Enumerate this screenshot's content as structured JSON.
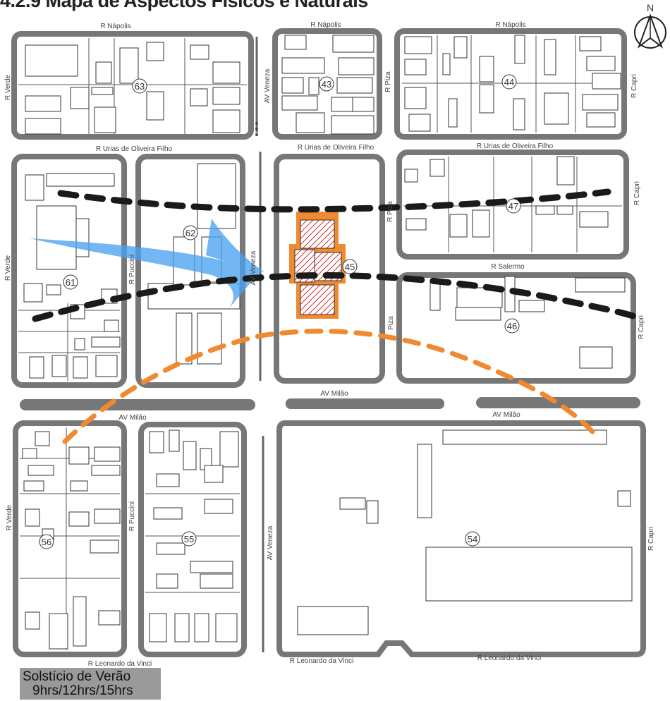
{
  "title": "4.2.9 Mapa de Aspectos Físicos e Naturais",
  "compass": {
    "label": "N",
    "icon": "north-arrow-icon"
  },
  "legend": {
    "line1": "Solstício de Verão",
    "line2": "9hrs/12hrs/15hrs"
  },
  "streets": {
    "napolis": "R Nápolis",
    "urias": "R Urias de Oliveira Filho",
    "verde": "R Verde",
    "veneza": "AV Veneza",
    "piza": "R Piza",
    "piza_short": "Piza",
    "capri": "R Capri",
    "puccini": "R Puccini",
    "salermo": "R Salermo",
    "milao": "AV Milão",
    "leonardo": "R Leonardo da Vinci"
  },
  "blocks": [
    "63",
    "43",
    "44",
    "47",
    "62",
    "61",
    "45",
    "46",
    "56",
    "55",
    "54"
  ],
  "colors": {
    "block_outline": "#777777",
    "site": "#f08a30",
    "site_hatch": "#d32f2f",
    "sun_path": "#f08a30",
    "shadow_path": "#1a1a1a",
    "wind": "#4aa3f0"
  }
}
